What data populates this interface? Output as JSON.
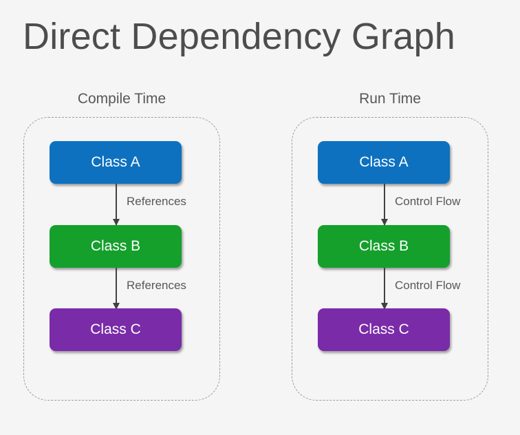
{
  "title": "Direct Dependency Graph",
  "theme": {
    "background": "#f5f5f5",
    "title_color": "#4d4d4d",
    "label_color": "#575757",
    "edge_color": "#404040",
    "group_border_color": "#9a9a9a"
  },
  "groups": [
    {
      "title": "Compile Time",
      "nodes": [
        {
          "label": "Class A",
          "color": "#0d71c0"
        },
        {
          "label": "Class B",
          "color": "#15a02c"
        },
        {
          "label": "Class C",
          "color": "#7a2ba8"
        }
      ],
      "edges": [
        {
          "label": "References"
        },
        {
          "label": "References"
        }
      ]
    },
    {
      "title": "Run Time",
      "nodes": [
        {
          "label": "Class A",
          "color": "#0d71c0"
        },
        {
          "label": "Class B",
          "color": "#15a02c"
        },
        {
          "label": "Class C",
          "color": "#7a2ba8"
        }
      ],
      "edges": [
        {
          "label": "Control Flow"
        },
        {
          "label": "Control Flow"
        }
      ]
    }
  ]
}
